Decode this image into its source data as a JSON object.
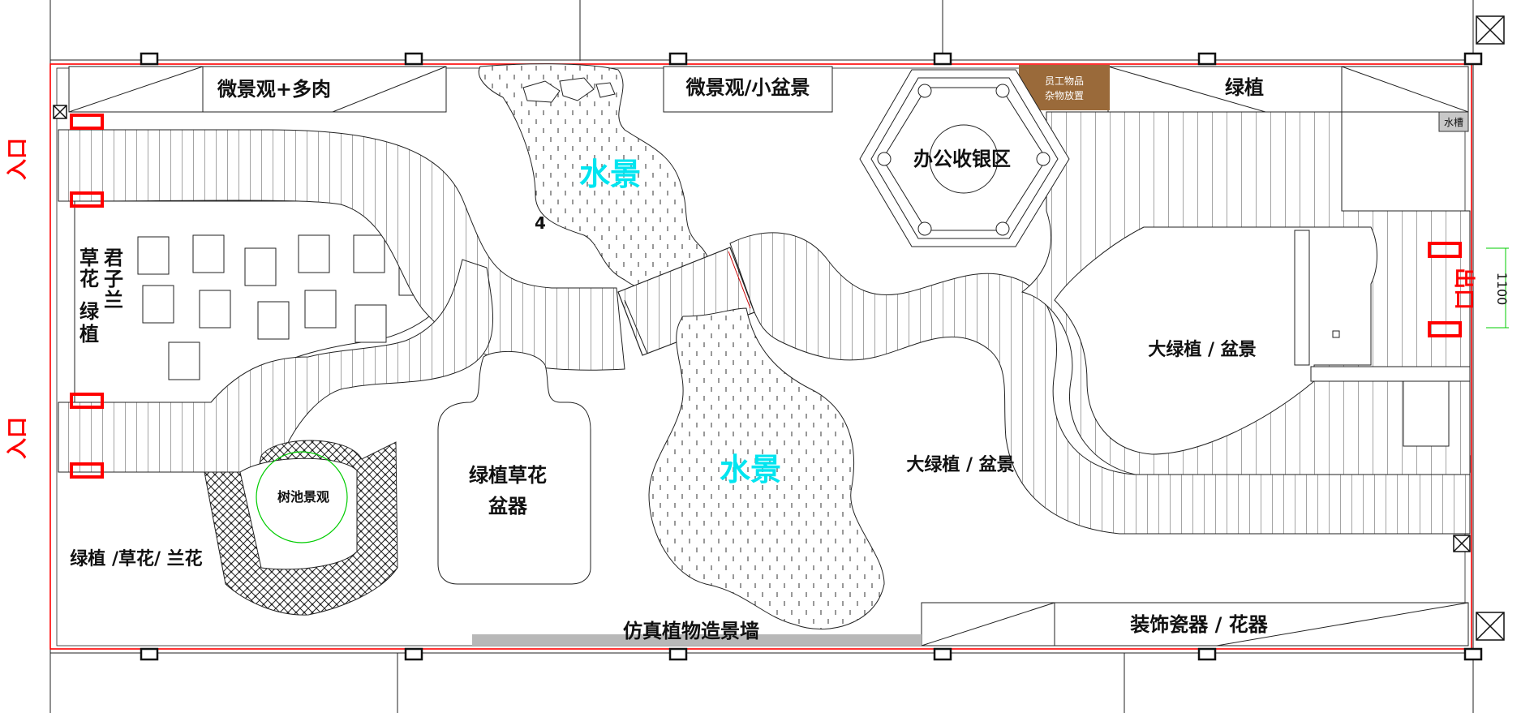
{
  "colors": {
    "wall_red": "#ff0000",
    "water_text": "#00e5f0",
    "staff_box": "#9a6a3a",
    "tree_ring": "#00cc00",
    "dimension": "#00cc00",
    "line": "#222222"
  },
  "labels": {
    "micro_succulent": "微景观+多肉",
    "micro_bonsai": "微景观/小盆景",
    "green_plants_top": "绿植",
    "staff_line1": "员工物品",
    "staff_line2": "杂物放置",
    "sink": "水槽",
    "office": "办公收银区",
    "water_upper": "水景",
    "water_lower": "水景",
    "number_4": "4",
    "clivia_1": "君",
    "clivia_2": "子",
    "clivia_3": "兰",
    "flowers_1": "草",
    "flowers_2": "花",
    "flowers_3": "绿",
    "flowers_4": "植",
    "pots_line1": "绿植草花",
    "pots_line2": "盆器",
    "tree_pool": "树池景观",
    "left_bottom": "绿植 /草花/ 兰花",
    "big_plants_mid": "大绿植 / 盆景",
    "big_plants_right": "大绿植 / 盆景",
    "ceramics": "装饰瓷器 / 花器",
    "wall": "仿真植物造景墙",
    "dimension": "1100"
  },
  "doors": [
    "入口",
    "入口",
    "出口"
  ]
}
